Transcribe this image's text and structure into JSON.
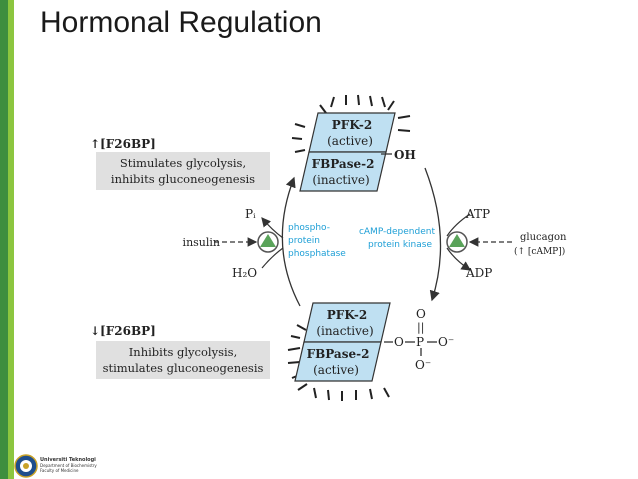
{
  "slide": {
    "title": "Hormonal Regulation",
    "colors": {
      "accent_dark": "#3e8e3e",
      "accent_light": "#8cc63f",
      "box_fill": "#bfe0f2",
      "cyan_text": "#1e9fd6",
      "gray_box": "#e0e0e0"
    }
  },
  "diagram": {
    "top_box": {
      "line1": "PFK-2",
      "line2": "(active)",
      "line3": "FBPase-2",
      "line4": "(inactive)"
    },
    "bottom_box": {
      "line1": "PFK-2",
      "line2": "(inactive)",
      "line3": "FBPase-2",
      "line4": "(active)"
    },
    "oh": "OH",
    "phosphate": {
      "o_top": "O",
      "dbl": "||",
      "o_bridge": "O",
      "p": "P",
      "o_right": "O⁻",
      "o_bottom": "O⁻"
    },
    "upper_note": {
      "label": "↑[F26BP]",
      "line1": "Stimulates glycolysis,",
      "line2": "inhibits gluconeogenesis"
    },
    "lower_note": {
      "label": "↓[F26BP]",
      "line1": "Inhibits glycolysis,",
      "line2": "stimulates gluconeogenesis"
    },
    "left": {
      "insulin": "insulin",
      "pi": "Pᵢ",
      "h2o": "H₂O",
      "enzyme_line1": "phospho-",
      "enzyme_line2": "protein",
      "enzyme_line3": "phosphatase"
    },
    "right": {
      "atp": "ATP",
      "adp": "ADP",
      "enzyme_line1": "cAMP-dependent",
      "enzyme_line2": "protein kinase",
      "glucagon": "glucagon",
      "camp": "(↑ [cAMP])"
    }
  },
  "footer": {
    "logo_line1": "Universiti Teknologi",
    "logo_line2": "Department of Biochemistry",
    "logo_line3": "Faculty of Medicine"
  }
}
